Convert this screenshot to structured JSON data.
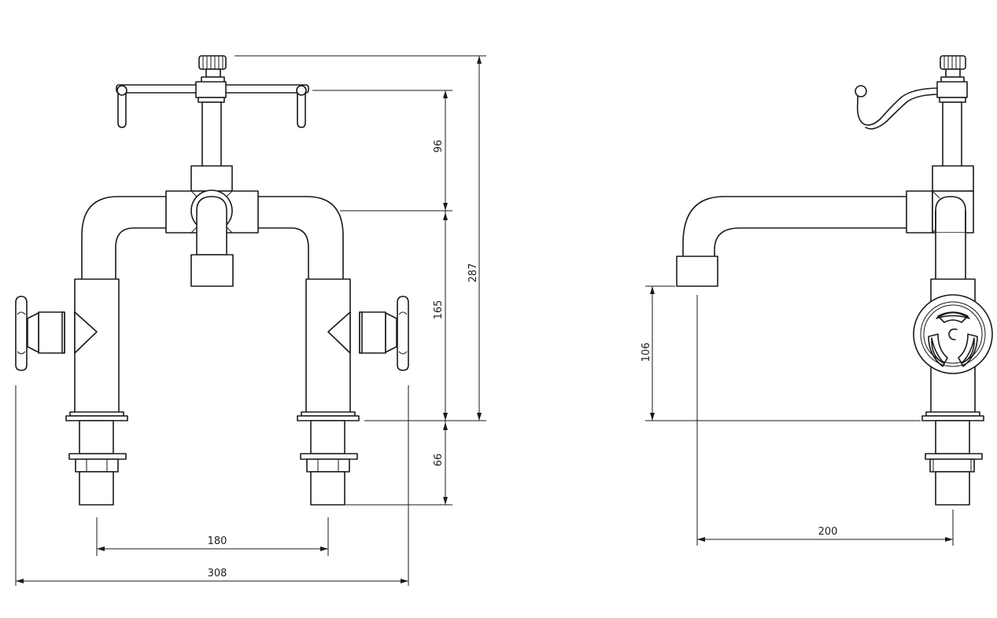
{
  "dimensions": {
    "front_total_height": "287",
    "front_handle_height": "96",
    "front_body_height": "165",
    "front_shank_length": "66",
    "front_inlet_centres": "180",
    "front_overall_width": "308",
    "side_spout_clearance": "106",
    "side_spout_projection": "200"
  }
}
